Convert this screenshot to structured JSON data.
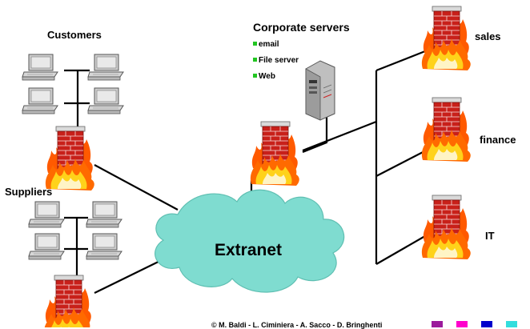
{
  "nodes": {
    "customers": {
      "label": "Customers"
    },
    "suppliers": {
      "label": "Suppliers"
    },
    "corporate_servers": {
      "label": "Corporate servers",
      "services": [
        "email",
        "File server",
        "Web"
      ]
    },
    "extranet": {
      "label": "Extranet"
    },
    "sales": {
      "label": "sales"
    },
    "finance": {
      "label": "finance"
    },
    "it": {
      "label": "IT"
    }
  },
  "footer": {
    "credit": "© M. Baldi - L. Ciminiera - A. Sacco - D. Bringhenti",
    "swatches": [
      "#9b1b9b",
      "#ff00cc",
      "#0000cc",
      "#33dddd"
    ]
  },
  "colors": {
    "cloud": "#7fdcd0",
    "brick": "#c8201a",
    "flame": "#ff6a00"
  }
}
